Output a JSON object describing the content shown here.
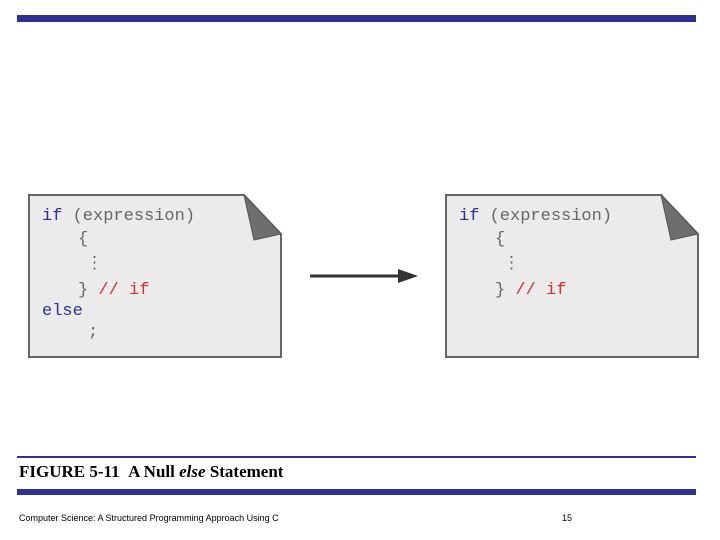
{
  "figure": {
    "caption_label": "FIGURE 5-11",
    "caption_text_1": "A Null",
    "caption_keyword": "else",
    "caption_text_2": "Statement"
  },
  "left_code": {
    "line1_keyword": "if",
    "line1_rest": "(expression)",
    "open_brace": "{",
    "ellipsis": "⋮",
    "close_brace": "}",
    "comment": "// if",
    "else_keyword": "else",
    "semicolon": ";"
  },
  "right_code": {
    "line1_keyword": "if",
    "line1_rest": "(expression)",
    "open_brace": "{",
    "ellipsis": "⋮",
    "close_brace": "}",
    "comment": "// if"
  },
  "footer": {
    "book_title": "Computer Science: A Structured Programming Approach Using C",
    "page_number": "15"
  },
  "colors": {
    "rule_bar": "#2e3192",
    "keyword": "#2e3192",
    "comment": "#cc3333",
    "code_text": "#666666",
    "card_fill": "#ebebeb",
    "card_border": "#666666"
  },
  "icons": {
    "transform_arrow": "arrow-right-icon",
    "page_corner": "folded-corner-icon"
  }
}
